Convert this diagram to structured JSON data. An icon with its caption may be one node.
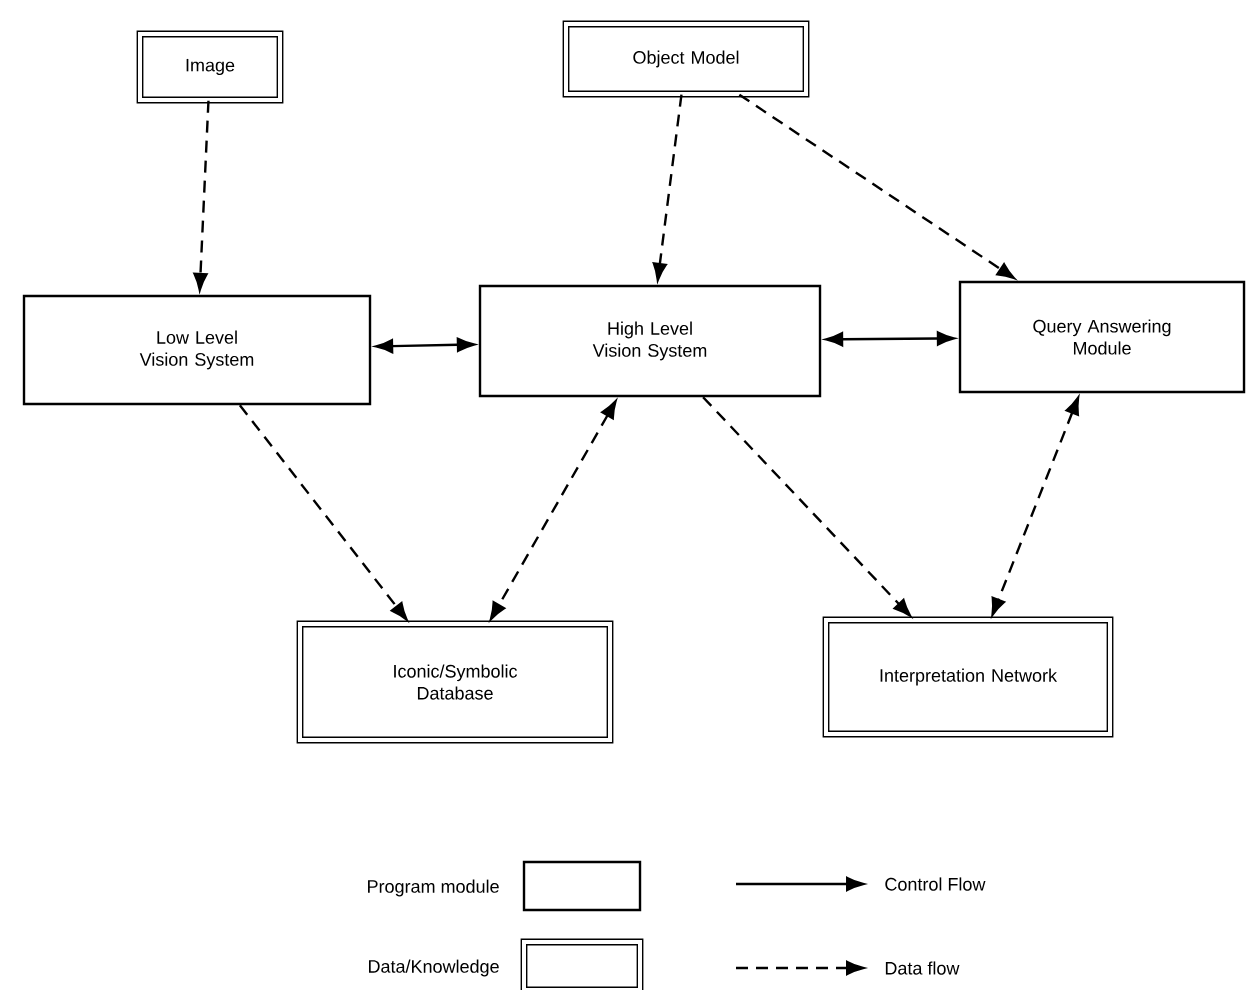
{
  "diagram": {
    "nodes": [
      {
        "text": [
          "Image"
        ]
      },
      {
        "text": [
          "Object Model"
        ]
      },
      {
        "text": [
          "Low Level Vision System"
        ]
      },
      {
        "text": [
          "High Level Vision System"
        ]
      },
      {
        "text": [
          "Query Answering Module"
        ]
      },
      {
        "text": [
          "Iconic/Symbolic Database"
        ]
      },
      {
        "text": [
          "Interpretation Network"
        ]
      }
    ],
    "edges": [
      {
        "from": 0,
        "to": 2,
        "arrow": "to",
        "style": "dashed"
      },
      {
        "from": 1,
        "to": 3,
        "arrow": "to",
        "style": "dashed"
      },
      {
        "from": 1,
        "to": 4,
        "arrow": "to",
        "style": "dashed"
      },
      {
        "from": 2,
        "to": 3,
        "arrow": "both"
      },
      {
        "from": 3,
        "to": 4,
        "arrow": "both"
      },
      {
        "from": 2,
        "to": 5,
        "arrow": "to",
        "style": "dashed"
      },
      {
        "from": 3,
        "to": 5,
        "arrow": "both",
        "style": "dashed"
      },
      {
        "from": 3,
        "to": 6,
        "arrow": "to",
        "style": "dashed"
      },
      {
        "from": 4,
        "to": 6,
        "arrow": "both",
        "style": "dashed"
      }
    ],
    "legend": [
      {
        "text": "Program module"
      },
      {
        "text": "Data/Knowledge"
      },
      {
        "text": "Control Flow"
      },
      {
        "text": "Data flow"
      }
    ]
  }
}
